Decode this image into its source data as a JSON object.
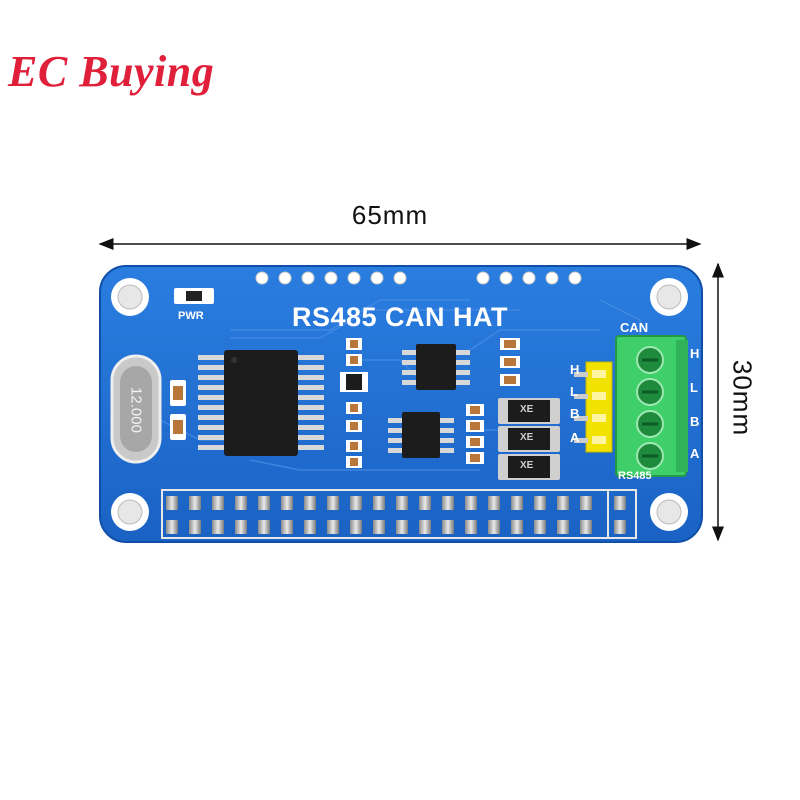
{
  "brand": {
    "text": "EC Buying",
    "color": "#e0203a"
  },
  "dimensions": {
    "width_label": "65mm",
    "height_label": "30mm"
  },
  "board": {
    "title": "RS485 CAN HAT",
    "color": "#1e6fd0",
    "power_label": "PWR",
    "crystal_label": "12.000",
    "terminal_labels": {
      "can_header": "CAN",
      "rs485_footer": "RS485",
      "pins_left": [
        "H",
        "L",
        "B",
        "A"
      ],
      "pins_right": [
        "H",
        "L",
        "B",
        "A"
      ]
    },
    "tvs_marking": "XE"
  }
}
